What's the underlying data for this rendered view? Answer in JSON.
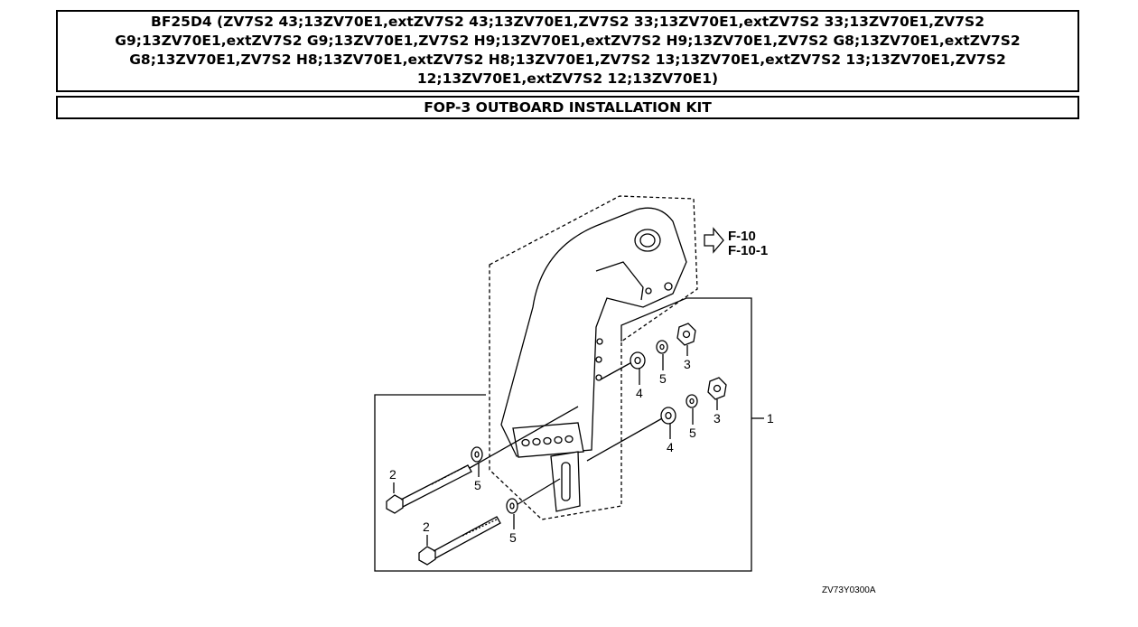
{
  "header": {
    "model_line": "BF25D4 (ZV7S2 43;13ZV70E1,extZV7S2 43;13ZV70E1,ZV7S2 33;13ZV70E1,extZV7S2 33;13ZV70E1,ZV7S2 G9;13ZV70E1,extZV7S2 G9;13ZV70E1,ZV7S2 H9;13ZV70E1,extZV7S2 H9;13ZV70E1,ZV7S2 G8;13ZV70E1,extZV7S2 G8;13ZV70E1,ZV7S2 H8;13ZV70E1,extZV7S2 H8;13ZV70E1,ZV7S2 13;13ZV70E1,extZV7S2 13;13ZV70E1,ZV7S2 12;13ZV70E1,extZV7S2 12;13ZV70E1)",
    "section_title": "FOP-3 OUTBOARD INSTALLATION KIT"
  },
  "diagram": {
    "references": [
      "F-10",
      "F-10-1"
    ],
    "callouts": {
      "kit": "1",
      "bolt_upper": "2",
      "bolt_lower": "2",
      "nut_upper": "3",
      "nut_lower": "3",
      "washer_upper": "4",
      "washer_lower": "4",
      "spring_washer_upper": "5",
      "spring_washer_lower": "5",
      "bolt_washer_upper": "5",
      "bolt_washer_lower": "5"
    },
    "drawing_code": "ZV73Y0300A"
  }
}
